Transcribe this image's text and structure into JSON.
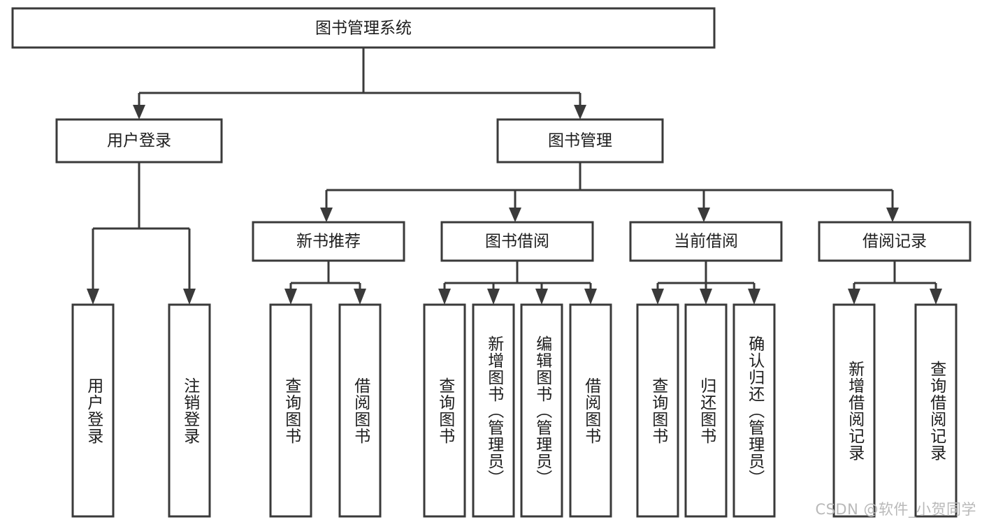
{
  "diagram": {
    "type": "tree-hierarchy",
    "orientation": "top-down",
    "root": {
      "label": "图书管理系统"
    },
    "level2": [
      {
        "label": "用户登录"
      },
      {
        "label": "图书管理"
      }
    ],
    "level3": [
      {
        "label": "新书推荐"
      },
      {
        "label": "图书借阅"
      },
      {
        "label": "当前借阅"
      },
      {
        "label": "借阅记录"
      }
    ],
    "leaves": {
      "user_login": [
        {
          "label": "用户登录"
        },
        {
          "label": "注销登录"
        }
      ],
      "new_book_recommend": [
        {
          "label": "查询图书"
        },
        {
          "label": "借阅图书"
        }
      ],
      "book_borrow": [
        {
          "label": "查询图书"
        },
        {
          "label": "新增图书（管理员）"
        },
        {
          "label": "编辑图书（管理员）"
        },
        {
          "label": "借阅图书"
        }
      ],
      "current_borrow": [
        {
          "label": "查询图书"
        },
        {
          "label": "归还图书"
        },
        {
          "label": "确认归还（管理员）"
        }
      ],
      "borrow_record": [
        {
          "label": "新增借阅记录"
        },
        {
          "label": "查询借阅记录"
        }
      ]
    }
  },
  "watermark": {
    "text": "CSDN @软件_小贺同学"
  },
  "colors": {
    "stroke": "#3a3a3a",
    "fill": "#ffffff",
    "text": "#1d1d1d",
    "watermark": "#b9b9b9"
  }
}
